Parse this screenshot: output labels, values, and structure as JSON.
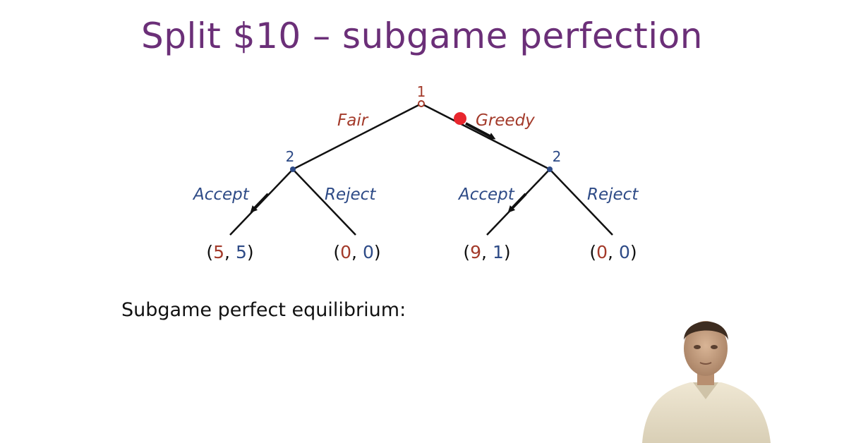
{
  "slide": {
    "title": "Split $10 – subgame perfection",
    "spe_label": "Subgame perfect equilibrium:"
  },
  "colors": {
    "title": "#6b2f78",
    "player1": "#a33a2a",
    "player2": "#2d4a86",
    "edge": "#111111",
    "pointer": "#e8262d"
  },
  "tree": {
    "root": {
      "player": "1"
    },
    "moves_p1": [
      "Fair",
      "Greedy"
    ],
    "left_node": {
      "player": "2",
      "moves": [
        "Accept",
        "Reject"
      ]
    },
    "right_node": {
      "player": "2",
      "moves": [
        "Accept",
        "Reject"
      ]
    },
    "payoffs": [
      {
        "p1": "5",
        "p2": "5"
      },
      {
        "p1": "0",
        "p2": "0"
      },
      {
        "p1": "9",
        "p2": "1"
      },
      {
        "p1": "0",
        "p2": "0"
      }
    ],
    "equilibrium_moves": [
      "Greedy",
      "Accept (after Fair)",
      "Accept (after Greedy)"
    ]
  },
  "presenter": {
    "icon": "presenter-figure"
  }
}
